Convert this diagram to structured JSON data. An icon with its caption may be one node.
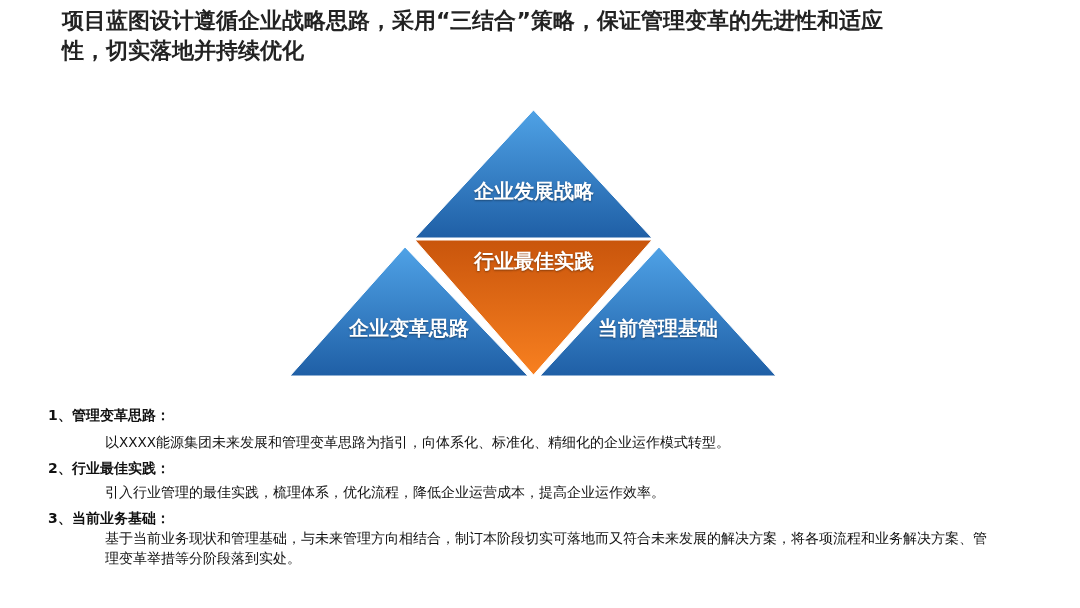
{
  "diagram": {
    "title": "项目蓝图设计遵循企业战略思路，采用“三结合”策略，保证管理变革的先进性和适应性，切实落地并持续优化",
    "nodes": [
      {
        "text": [
          "企业发展战略"
        ]
      },
      {
        "text": [
          "行业最佳实践"
        ]
      },
      {
        "text": [
          "企业变革思路"
        ]
      },
      {
        "text": [
          "当前管理基础"
        ]
      }
    ],
    "labels": [
      "1、管理变革思路：",
      "以XXXX能源集团未来发展和管理变革思路为指引，向体系化、标准化、精细化的企业运作模式转型。",
      "2、行业最佳实践：",
      "引入行业管理的最佳实践，梳理体系，优化流程，降低企业运营成本，提高企业运作效率。",
      "3、当前业务基础：",
      "基于当前业务现状和管理基础，与未来管理方向相结合，制订本阶段切实可落地而又符合未来发展的解决方案，将各项流程和业务解决方案、管理变革举措等分阶段落到实处。"
    ]
  }
}
